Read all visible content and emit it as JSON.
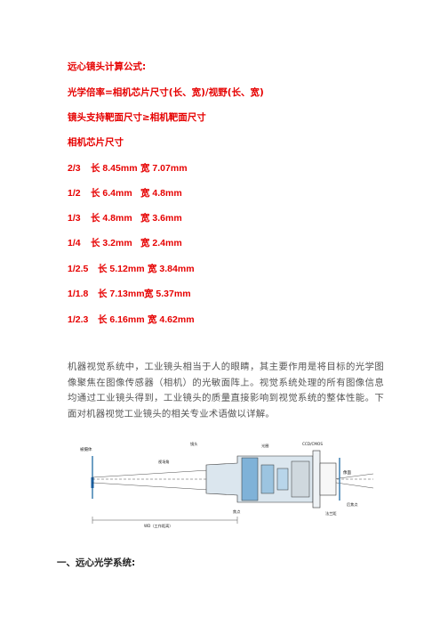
{
  "lines": {
    "title": "远心镜头计算公式:",
    "formula": "光学倍率=相机芯片尺寸(长、宽)/视野(长、宽)",
    "rule": "镜头支持靶面尺寸≥相机靶面尺寸",
    "chip_heading": "相机芯片尺寸"
  },
  "sensors": [
    {
      "format": "2/3",
      "length": "长 8.45mm",
      "width": "宽 7.07mm"
    },
    {
      "format": "1/2",
      "length": "长 6.4mm",
      "width": "宽 4.8mm"
    },
    {
      "format": "1/3",
      "length": "长 4.8mm",
      "width": "宽 3.6mm"
    },
    {
      "format": "1/4",
      "length": "长 3.2mm",
      "width": "宽 2.4mm"
    },
    {
      "format": "1/2.5",
      "length": "长 5.12mm",
      "width": "宽 3.84mm"
    },
    {
      "format": "1/1.8",
      "length": "长 7.13mm",
      "width": "宽 5.37mm"
    },
    {
      "format": "1/2.3",
      "length": "长 6.16mm",
      "width": "宽 4.62mm"
    }
  ],
  "paragraph": "机器视觉系统中，工业镜头相当于人的眼睛，其主要作用是将目标的光学图像聚焦在图像传感器（相机）的光敏面阵上。视觉系统处理的所有图像信息均通过工业镜头得到，工业镜头的质量直接影响到视觉系统的整体性能。下面对机器视觉工业镜头的相关专业术语做以详解。",
  "diagram": {
    "labels": {
      "object": "被摄体",
      "image": "像面",
      "wd": "WD（工作距离）",
      "fov": "视场角",
      "aperture": "光圈",
      "focus": "焦点",
      "flange": "法兰距",
      "sensor": "CCD/CMOS",
      "lens": "镜头",
      "back": "后焦点"
    }
  },
  "section_heading": "一、远心光学系统:",
  "colors": {
    "accent": "#e60000",
    "body": "#555555",
    "lens": "#3d7fb0",
    "line": "#222222"
  }
}
